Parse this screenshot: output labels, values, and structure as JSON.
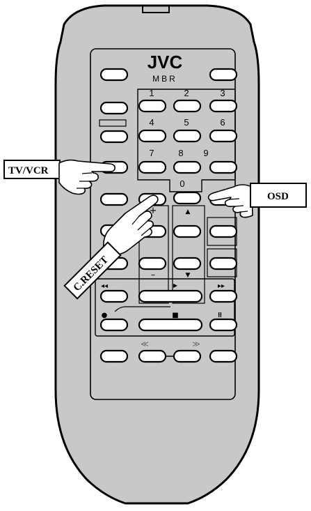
{
  "brand": {
    "logo": "JVC",
    "submark": "MBR"
  },
  "keypad": {
    "n1": "1",
    "n2": "2",
    "n3": "3",
    "n4": "4",
    "n5": "5",
    "n6": "6",
    "n7": "7",
    "n8": "8",
    "n9": "9",
    "n0": "0"
  },
  "symbols": {
    "plus": "+",
    "minus": "–",
    "up": "▲",
    "down": "▼",
    "rew": "◂◂",
    "play": "▸",
    "ff": "▸▸",
    "rec": "●",
    "stop": "■",
    "pause": "II",
    "skip_back": "≪",
    "skip_fwd": "≫"
  },
  "callouts": {
    "tv_vcr": "TV/VCR",
    "osd": "OSD",
    "c_reset": "C.RESET"
  }
}
